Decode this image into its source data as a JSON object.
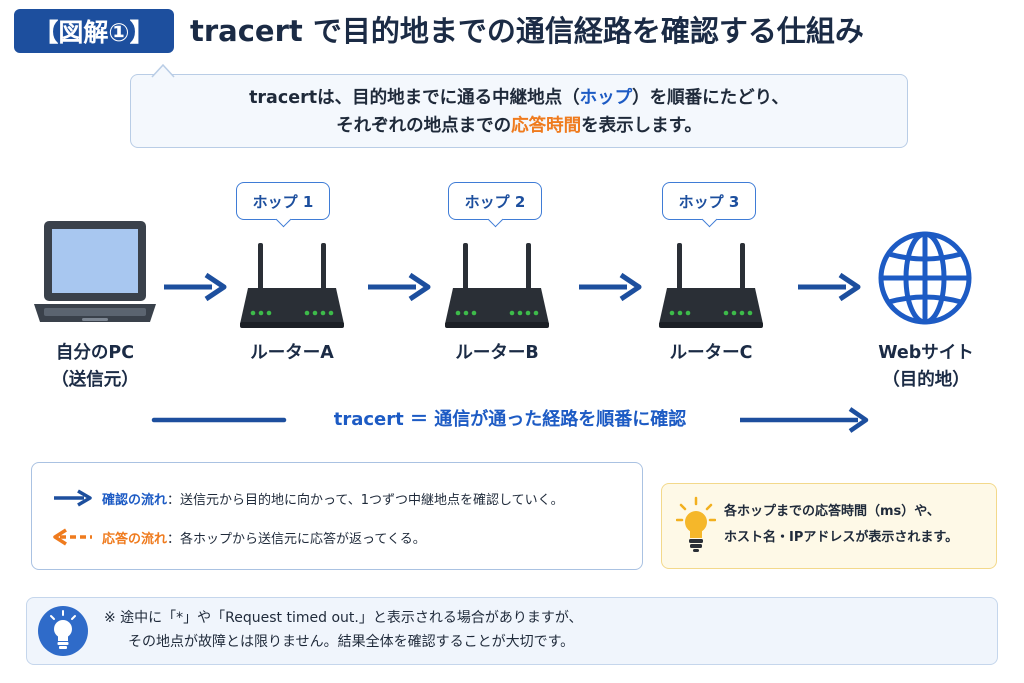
{
  "header": {
    "badge": "【図解①】",
    "title": "tracert で目的地までの通信経路を確認する仕組み"
  },
  "intro": {
    "line1_a": "tracertは、目的地までに通る中継地点（",
    "line1_hl": "ホップ",
    "line1_b": "）を順番にたどり、",
    "line2_a": "それぞれの地点までの",
    "line2_hl": "応答時間",
    "line2_b": "を表示します。"
  },
  "hops": [
    "ホップ 1",
    "ホップ 2",
    "ホップ 3"
  ],
  "nodes": {
    "pc": {
      "line1": "自分のPC",
      "line2": "（送信元）"
    },
    "router_a": "ルーターA",
    "router_b": "ルーターB",
    "router_c": "ルーターC",
    "web": {
      "line1": "Webサイト",
      "line2": "（目的地）"
    }
  },
  "summary": "tracert ＝ 通信が通った経路を順番に確認",
  "legend": {
    "check_label": "確認の流れ",
    "check_text": "：送信元から目的地に向かって、1つずつ中継地点を確認していく。",
    "response_label": "応答の流れ",
    "response_text": "：各ホップから送信元に応答が返ってくる。"
  },
  "tip": {
    "line1": "各ホップまでの応答時間（ms）や、",
    "line2": "ホスト名・IPアドレスが表示されます。"
  },
  "note": {
    "line1": "※ 途中に「*」や「Request timed out.」と表示される場合がありますが、",
    "line2": "その地点が故障とは限りません。結果全体を確認することが大切です。"
  },
  "colors": {
    "primary": "#1d4f9e",
    "accent_blue": "#1d5bc4",
    "accent_orange": "#ef7b1e",
    "router_body": "#2a2f36",
    "router_led": "#3dbb4a"
  }
}
